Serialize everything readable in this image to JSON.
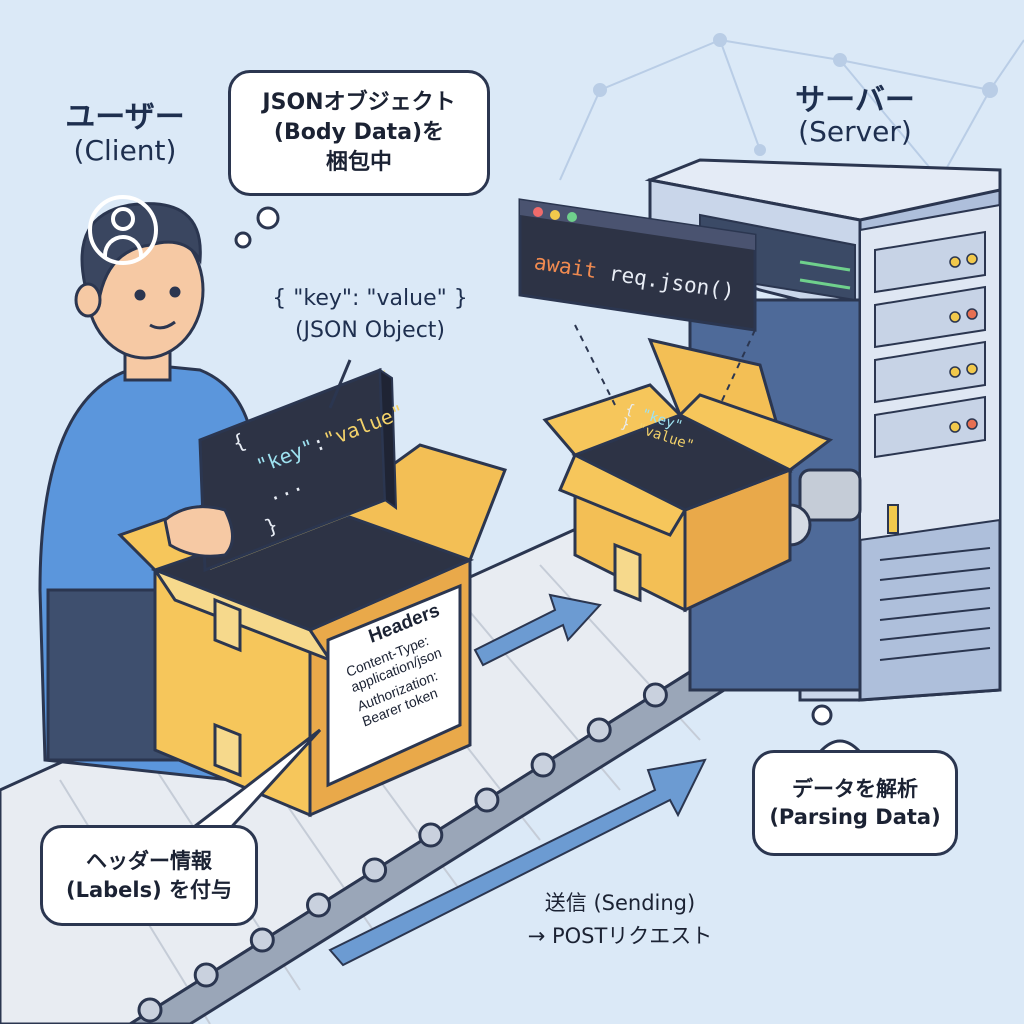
{
  "client": {
    "title": "ユーザー",
    "subtitle": "(Client)"
  },
  "server": {
    "title": "サーバー",
    "subtitle": "(Server)"
  },
  "bubbles": {
    "packing": {
      "line1": "JSONオブジェクト",
      "line2": "(Body Data)を",
      "line3": "梱包中"
    },
    "headers": {
      "line1": "ヘッダー情報",
      "line2": "(Labels) を付与"
    },
    "parsing": {
      "line1": "データを解析",
      "line2": "(Parsing Data)"
    }
  },
  "json_object": {
    "line1": "{ \"key\": \"value\" }",
    "line2": "(JSON Object)"
  },
  "tablet": {
    "open": "{",
    "key": "\"key\"",
    "colon": ":",
    "value": "\"value\"",
    "ellipsis": "...",
    "close": "}"
  },
  "mini_screen": {
    "open": "{",
    "key": "\"key\"",
    "value": "\"value\"",
    "close": "}"
  },
  "terminal": {
    "code_kw": "await",
    "code_rest": "req.json()"
  },
  "header_label": {
    "title": "Headers",
    "line1": "Content-Type:",
    "line2": "application/json",
    "line3": "Authorization:",
    "line4": "Bearer token"
  },
  "sending": {
    "line1": "送信 (Sending)",
    "line2": "→ POSTリクエスト"
  },
  "colors": {
    "background": "#dbe9f7",
    "outline": "#2b3650",
    "box": "#f6c65b",
    "box_shade": "#e9a94a",
    "belt": "#c7cfdc",
    "arrow": "#6c9bd2",
    "server": "#c9d6ea",
    "shirt": "#5b96dc",
    "code_bg": "#2d3345",
    "code_key": "#9ee2f0",
    "code_value": "#f3d26a",
    "code_kw": "#f28b50"
  },
  "icons": [
    "user-icon",
    "gear-icon",
    "window-dots-icon"
  ]
}
